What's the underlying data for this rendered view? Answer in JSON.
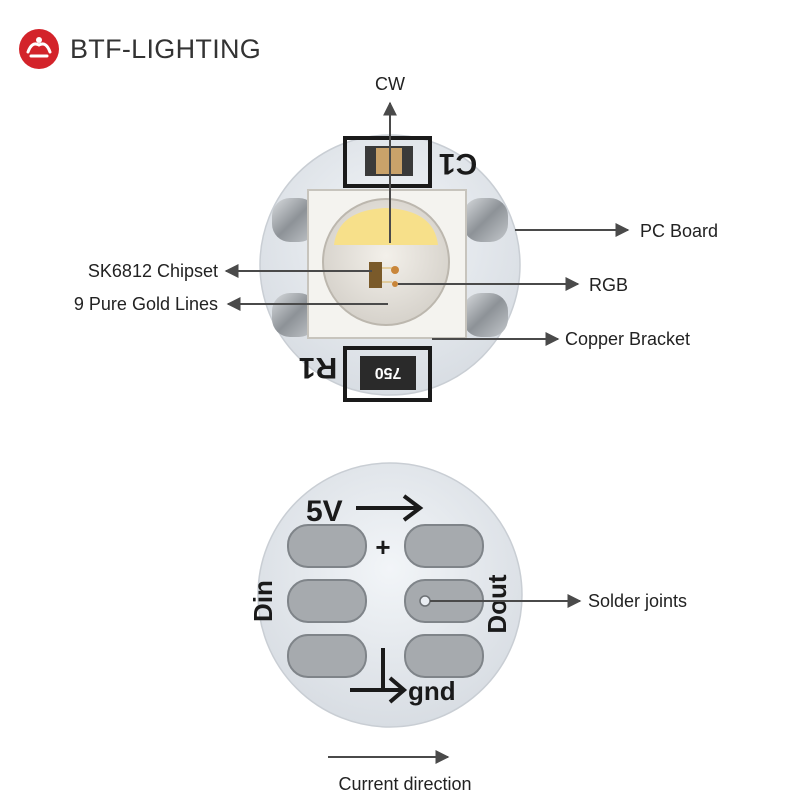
{
  "brand": {
    "name": "BTF-LIGHTING",
    "logo_icon": "btf-logo-icon",
    "logo_color": "#d3232a"
  },
  "labels": {
    "cw": "CW",
    "pc_board": "PC Board",
    "chipset": "SK6812 Chipset",
    "rgb": "RGB",
    "gold_lines": "9 Pure Gold Lines",
    "copper_bracket": "Copper Bracket",
    "solder_joints": "Solder joints",
    "current_direction": "Current direction"
  },
  "front_pcb": {
    "c1_marking": "C1",
    "r1_marking": "R1",
    "resistor_code": "750"
  },
  "back_pcb": {
    "vcc_label": "5V",
    "plus_label": "+",
    "din_label": "Din",
    "dout_label": "Dout",
    "gnd_label": "gnd"
  },
  "colors": {
    "arrow": "#4a4a4a",
    "label_text": "#222222",
    "pcb": "#e9edf2",
    "pad": "#a8acb0",
    "warm_white": "#f7e08a"
  }
}
